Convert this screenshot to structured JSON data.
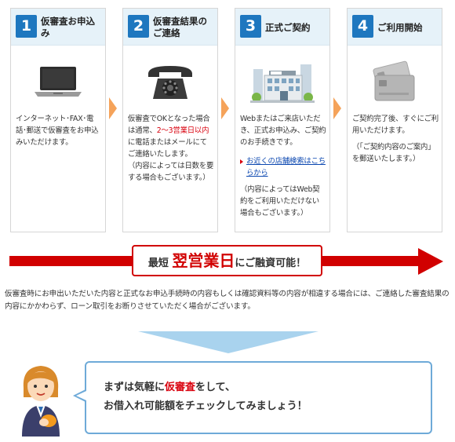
{
  "steps": [
    {
      "num": "1",
      "title": "仮審査お申込み",
      "icon": "laptop-icon",
      "text": "インターネット･FAX･電話･郵送で仮審査をお申込みいただけます。"
    },
    {
      "num": "2",
      "title": "仮審査結果のご連絡",
      "icon": "telephone-icon",
      "text_a": "仮審査でOKとなった場合は通常、",
      "text_red": "2～3営業日以内",
      "text_b": "に電話またはメールにてご連絡いたします。",
      "note": "（内容によっては日数を要する場合もございます。）"
    },
    {
      "num": "3",
      "title": "正式ご契約",
      "icon": "bank-building-icon",
      "text": "Webまたはご来店いただき、正式お申込み、ご契約のお手続きです。",
      "link": "お近くの店舗検索はこちらから",
      "note": "（内容によってはWeb契約をご利用いただけない場合もございます。）"
    },
    {
      "num": "4",
      "title": "ご利用開始",
      "icon": "credit-card-icon",
      "text": "ご契約完了後、すぐにご利用いただけます。",
      "note": "（「ご契約内容のご案内」を郵送いたします。）"
    }
  ],
  "banner": {
    "prefix": "最短 ",
    "highlight": "翌営業日",
    "suffix": "にご融資可能！"
  },
  "disclaimer": "仮審査時にお申出いただいた内容と正式なお申込手続時の内容もしくは確認資料等の内容が相違する場合には、ご連絡した審査結果の内容にかかわらず、ローン取引をお断りさせていただく場合がございます。",
  "cta": {
    "line1_a": "まずは気軽に",
    "line1_red": "仮審査",
    "line1_b": "をして、",
    "line2": "お借入れ可能額をチェックしてみましょう！"
  },
  "colors": {
    "step_blue": "#1e77bf",
    "header_bg": "#e6f2f9",
    "accent_red": "#d10000",
    "chevron": "#f5a35a",
    "funnel": "#a9d3ee",
    "speech_border": "#6eaad8"
  }
}
